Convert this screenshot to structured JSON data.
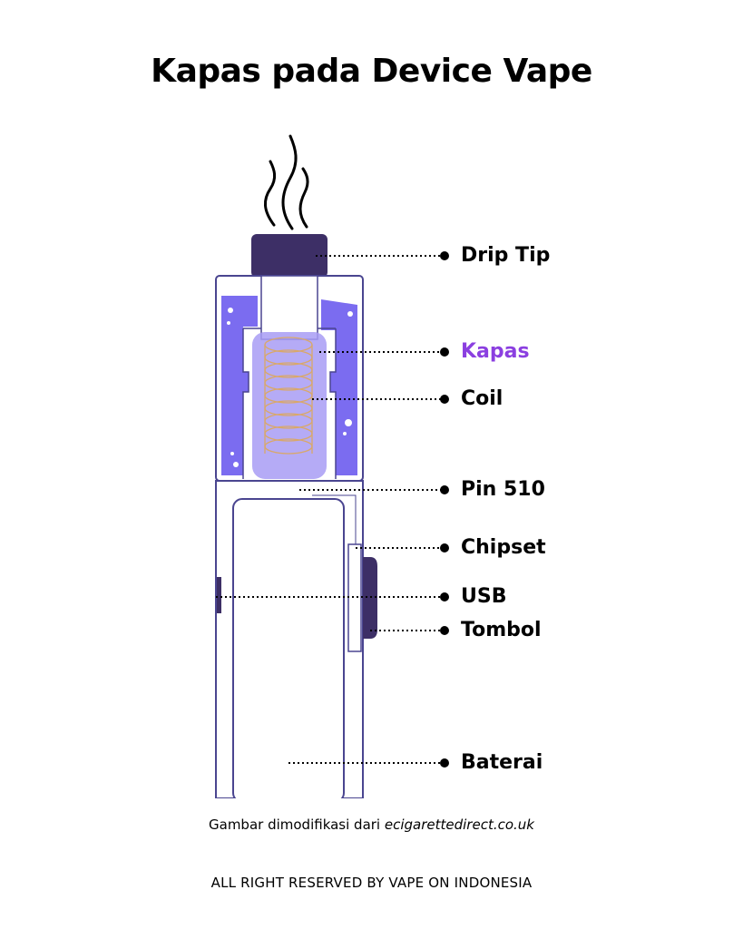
{
  "title": "Kapas pada Device Vape",
  "labels": {
    "drip_tip": "Drip Tip",
    "kapas": "Kapas",
    "coil": "Coil",
    "pin_510": "Pin 510",
    "chipset": "Chipset",
    "usb": "USB",
    "tombol": "Tombol",
    "baterai": "Baterai"
  },
  "caption": {
    "prefix": "Gambar dimodifikasi dari ",
    "source": "ecigarettedirect.co.uk"
  },
  "footer": "ALL RIGHT RESERVED BY VAPE ON INDONESIA",
  "colors": {
    "outline": "#4a4590",
    "dark": "#3d2f66",
    "liquid": "#7b6cf0",
    "kapas": "#a89cf4",
    "coil": "#d9a86a",
    "accent": "#8b3fe0"
  }
}
